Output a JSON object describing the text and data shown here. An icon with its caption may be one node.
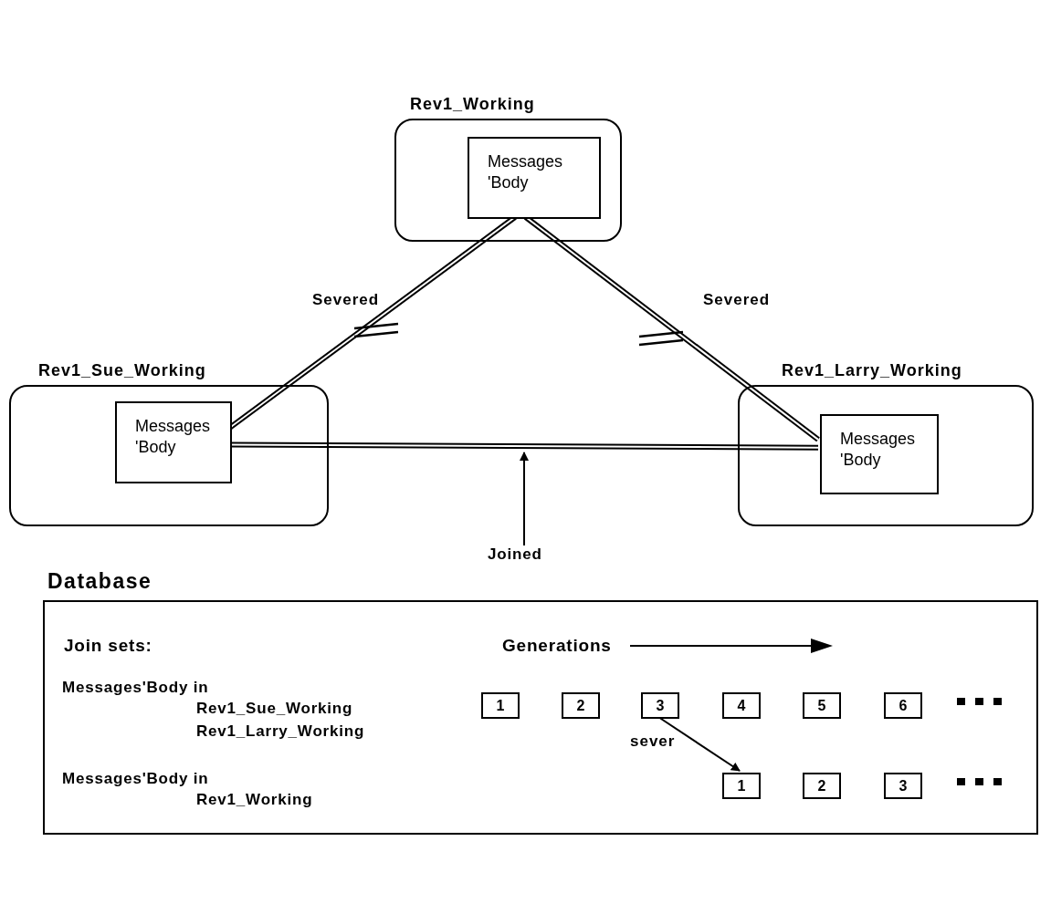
{
  "diagram": {
    "nodes": [
      {
        "text": [
          "Rev1_Working"
        ]
      },
      {
        "text": [
          "Messages 'Body"
        ],
        "in": 0
      },
      {
        "text": [
          "Rev1_Sue_Working"
        ]
      },
      {
        "text": [
          "Messages 'Body"
        ],
        "in": 2
      },
      {
        "text": [
          "Rev1_Larry_Working"
        ]
      },
      {
        "text": [
          "Messages 'Body"
        ],
        "in": 4
      },
      {
        "text": [
          "Database"
        ]
      },
      {
        "text": [
          "1"
        ],
        "in": 6
      },
      {
        "text": [
          "2"
        ],
        "in": 6
      },
      {
        "text": [
          "3"
        ],
        "in": 6
      },
      {
        "text": [
          "4"
        ],
        "in": 6
      },
      {
        "text": [
          "5"
        ],
        "in": 6
      },
      {
        "text": [
          "6"
        ],
        "in": 6
      },
      {
        "text": [
          "1"
        ],
        "in": 6
      },
      {
        "text": [
          "2"
        ],
        "in": 6
      },
      {
        "text": [
          "3"
        ],
        "in": 6
      },
      {
        "text": [
          "Joined"
        ]
      }
    ],
    "edges": [
      {
        "from": 1,
        "to": 3,
        "arrow": "none",
        "label": "Severed"
      },
      {
        "from": 1,
        "to": 5,
        "arrow": "none",
        "label": "Severed"
      },
      {
        "from": 3,
        "to": 5,
        "arrow": "none"
      },
      {
        "from": 16,
        "to": null,
        "arrow": "to"
      },
      {
        "from": 9,
        "to": 13,
        "arrow": "to",
        "label": "sever"
      }
    ],
    "labels": [
      "Join sets:",
      "Generations",
      "Messages'Body in",
      "Rev1_Sue_Working",
      "Rev1_Larry_Working",
      "Messages'Body in",
      "Rev1_Working"
    ]
  }
}
